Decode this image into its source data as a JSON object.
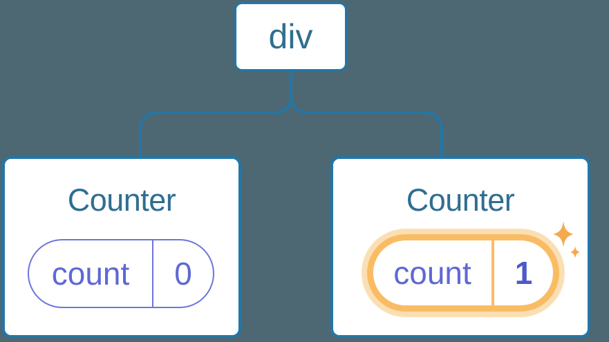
{
  "diagram": {
    "root": {
      "label": "div"
    },
    "children": [
      {
        "title": "Counter",
        "state": {
          "key": "count",
          "value": "0"
        },
        "highlighted": false
      },
      {
        "title": "Counter",
        "state": {
          "key": "count",
          "value": "1"
        },
        "highlighted": true
      }
    ]
  },
  "icons": {
    "sparkles": "sparkles-icon"
  },
  "colors": {
    "background": "#4D6872",
    "connector_blue": "#2376A8",
    "node_text_blue": "#2F6E91",
    "state_purple_text": "#5E68D4",
    "state_purple_border": "#6B75DB",
    "state_value_bold_purple": "#4E59C9",
    "highlight_orange": "#F9BC64",
    "highlight_glow": "#FBDFB4",
    "sparkle_orange": "#F6A84C",
    "card_background": "#FFFFFF"
  }
}
